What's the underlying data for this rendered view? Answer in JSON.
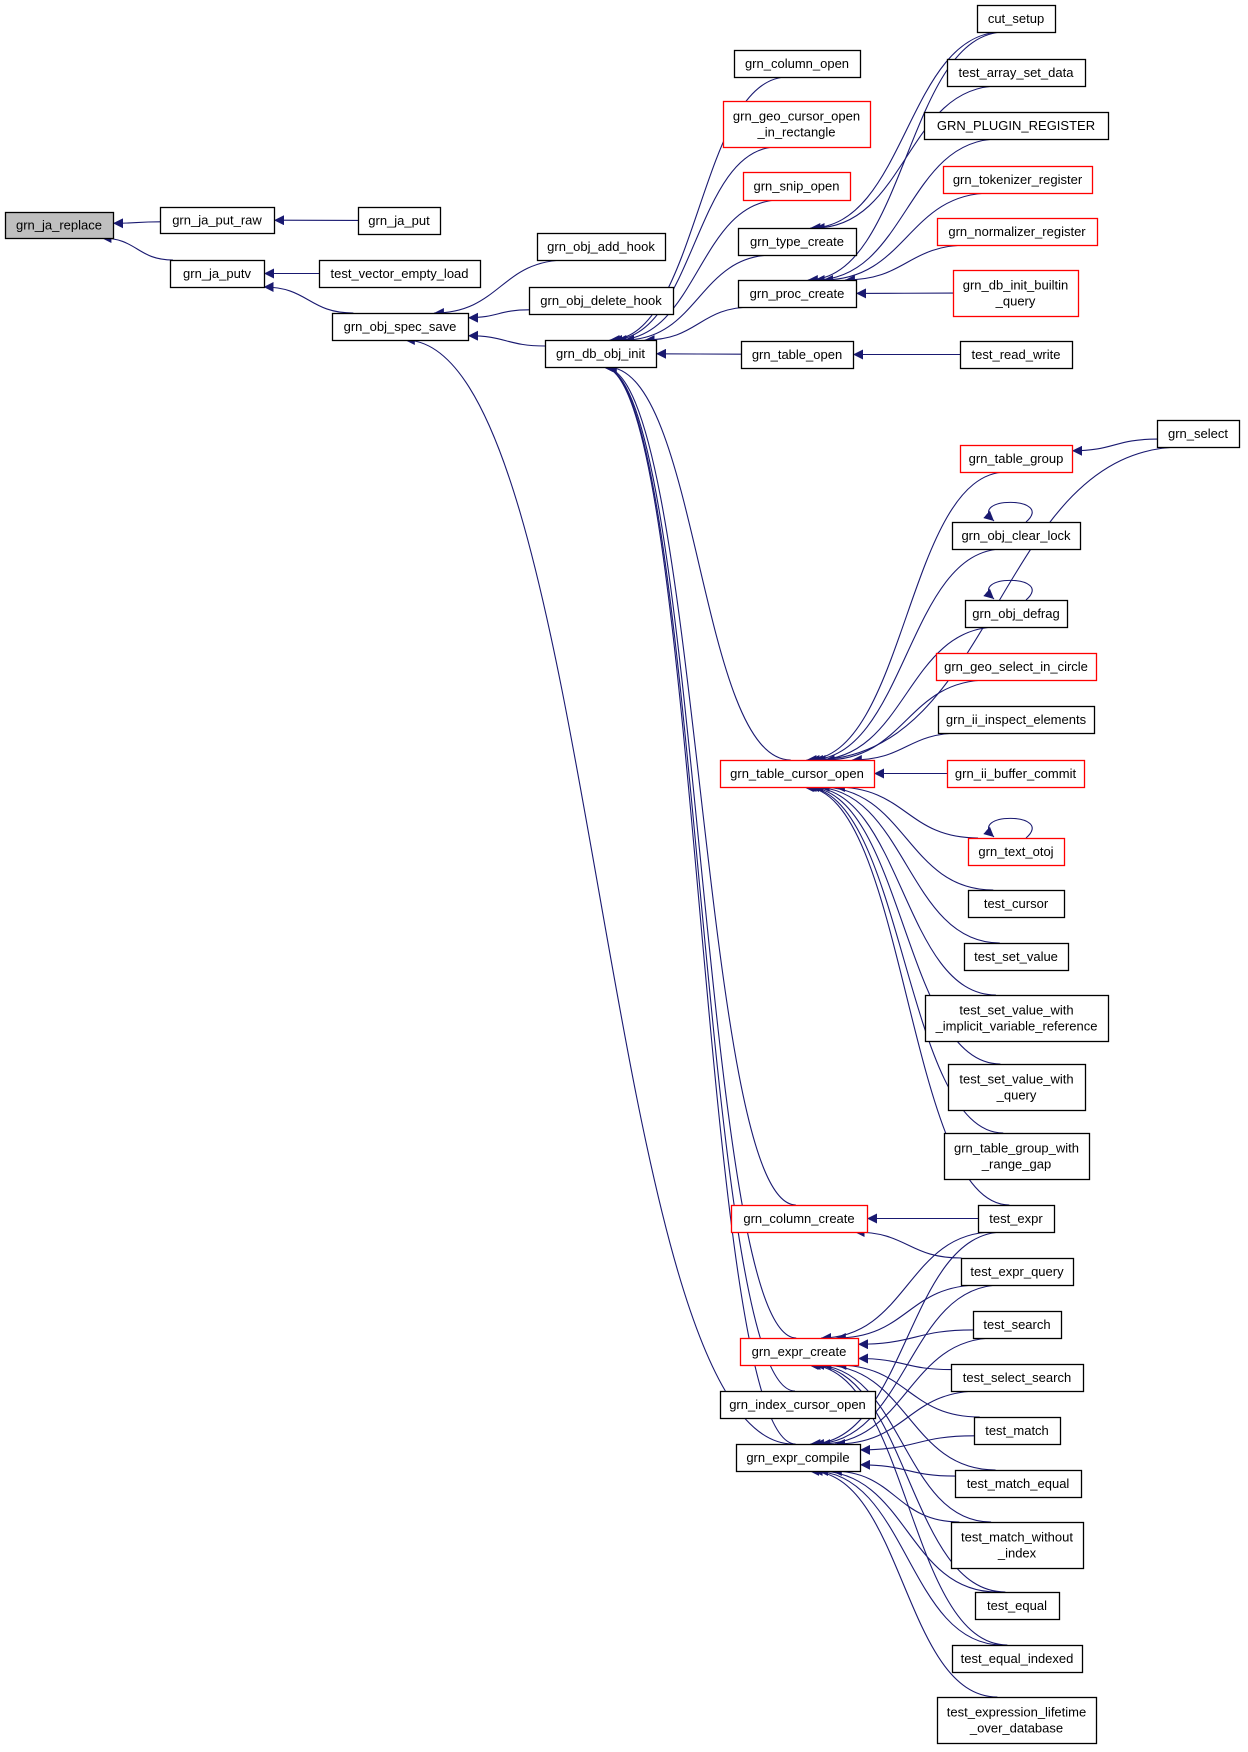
{
  "colors": {
    "node_border_default": "#000000",
    "node_border_partial": "#ff0000",
    "node_fill_default": "#ffffff",
    "node_fill_selected": "#bfbfbf",
    "edge": "#191970"
  },
  "nodes": [
    {
      "id": "grn_ja_replace",
      "lines": [
        "grn_ja_replace"
      ],
      "style": "selected"
    },
    {
      "id": "grn_ja_put_raw",
      "lines": [
        "grn_ja_put_raw"
      ],
      "style": "normal"
    },
    {
      "id": "grn_ja_putv",
      "lines": [
        "grn_ja_putv"
      ],
      "style": "normal"
    },
    {
      "id": "grn_ja_put",
      "lines": [
        "grn_ja_put"
      ],
      "style": "normal"
    },
    {
      "id": "test_vector_empty_load",
      "lines": [
        "test_vector_empty_load"
      ],
      "style": "normal"
    },
    {
      "id": "grn_obj_spec_save",
      "lines": [
        "grn_obj_spec_save"
      ],
      "style": "normal"
    },
    {
      "id": "grn_obj_add_hook",
      "lines": [
        "grn_obj_add_hook"
      ],
      "style": "normal"
    },
    {
      "id": "grn_obj_delete_hook",
      "lines": [
        "grn_obj_delete_hook"
      ],
      "style": "normal"
    },
    {
      "id": "grn_db_obj_init",
      "lines": [
        "grn_db_obj_init"
      ],
      "style": "normal"
    },
    {
      "id": "grn_column_open",
      "lines": [
        "grn_column_open"
      ],
      "style": "normal"
    },
    {
      "id": "grn_geo_cursor_open_in_rectangle",
      "lines": [
        "grn_geo_cursor_open",
        "_in_rectangle"
      ],
      "style": "partial"
    },
    {
      "id": "grn_snip_open",
      "lines": [
        "grn_snip_open"
      ],
      "style": "partial"
    },
    {
      "id": "grn_type_create",
      "lines": [
        "grn_type_create"
      ],
      "style": "normal"
    },
    {
      "id": "grn_proc_create",
      "lines": [
        "grn_proc_create"
      ],
      "style": "normal"
    },
    {
      "id": "grn_table_open",
      "lines": [
        "grn_table_open"
      ],
      "style": "normal"
    },
    {
      "id": "cut_setup",
      "lines": [
        "cut_setup"
      ],
      "style": "normal"
    },
    {
      "id": "test_array_set_data",
      "lines": [
        "test_array_set_data"
      ],
      "style": "normal"
    },
    {
      "id": "GRN_PLUGIN_REGISTER",
      "lines": [
        "GRN_PLUGIN_REGISTER"
      ],
      "style": "normal"
    },
    {
      "id": "grn_tokenizer_register",
      "lines": [
        "grn_tokenizer_register"
      ],
      "style": "partial"
    },
    {
      "id": "grn_normalizer_register",
      "lines": [
        "grn_normalizer_register"
      ],
      "style": "partial"
    },
    {
      "id": "grn_db_init_builtin_query",
      "lines": [
        "grn_db_init_builtin",
        "_query"
      ],
      "style": "partial"
    },
    {
      "id": "test_read_write",
      "lines": [
        "test_read_write"
      ],
      "style": "normal"
    },
    {
      "id": "grn_select",
      "lines": [
        "grn_select"
      ],
      "style": "normal"
    },
    {
      "id": "grn_table_group",
      "lines": [
        "grn_table_group"
      ],
      "style": "partial"
    },
    {
      "id": "grn_obj_clear_lock",
      "lines": [
        "grn_obj_clear_lock"
      ],
      "style": "normal"
    },
    {
      "id": "grn_obj_defrag",
      "lines": [
        "grn_obj_defrag"
      ],
      "style": "normal"
    },
    {
      "id": "grn_geo_select_in_circle",
      "lines": [
        "grn_geo_select_in_circle"
      ],
      "style": "partial"
    },
    {
      "id": "grn_ii_inspect_elements",
      "lines": [
        "grn_ii_inspect_elements"
      ],
      "style": "normal"
    },
    {
      "id": "grn_ii_buffer_commit",
      "lines": [
        "grn_ii_buffer_commit"
      ],
      "style": "partial"
    },
    {
      "id": "grn_table_cursor_open",
      "lines": [
        "grn_table_cursor_open"
      ],
      "style": "partial"
    },
    {
      "id": "grn_text_otoj",
      "lines": [
        "grn_text_otoj"
      ],
      "style": "partial"
    },
    {
      "id": "test_cursor",
      "lines": [
        "test_cursor"
      ],
      "style": "normal"
    },
    {
      "id": "test_set_value",
      "lines": [
        "test_set_value"
      ],
      "style": "normal"
    },
    {
      "id": "test_set_value_with_implicit_variable_reference",
      "lines": [
        "test_set_value_with",
        "_implicit_variable_reference"
      ],
      "style": "normal"
    },
    {
      "id": "test_set_value_with_query",
      "lines": [
        "test_set_value_with",
        "_query"
      ],
      "style": "normal"
    },
    {
      "id": "grn_table_group_with_range_gap",
      "lines": [
        "grn_table_group_with",
        "_range_gap"
      ],
      "style": "normal"
    },
    {
      "id": "grn_column_create",
      "lines": [
        "grn_column_create"
      ],
      "style": "partial"
    },
    {
      "id": "test_expr",
      "lines": [
        "test_expr"
      ],
      "style": "normal"
    },
    {
      "id": "test_expr_query",
      "lines": [
        "test_expr_query"
      ],
      "style": "normal"
    },
    {
      "id": "test_search",
      "lines": [
        "test_search"
      ],
      "style": "normal"
    },
    {
      "id": "grn_expr_create",
      "lines": [
        "grn_expr_create"
      ],
      "style": "partial"
    },
    {
      "id": "test_select_search",
      "lines": [
        "test_select_search"
      ],
      "style": "normal"
    },
    {
      "id": "grn_index_cursor_open",
      "lines": [
        "grn_index_cursor_open"
      ],
      "style": "normal"
    },
    {
      "id": "test_match",
      "lines": [
        "test_match"
      ],
      "style": "normal"
    },
    {
      "id": "grn_expr_compile",
      "lines": [
        "grn_expr_compile"
      ],
      "style": "normal"
    },
    {
      "id": "test_match_equal",
      "lines": [
        "test_match_equal"
      ],
      "style": "normal"
    },
    {
      "id": "test_match_without_index",
      "lines": [
        "test_match_without",
        "_index"
      ],
      "style": "normal"
    },
    {
      "id": "test_equal",
      "lines": [
        "test_equal"
      ],
      "style": "normal"
    },
    {
      "id": "test_equal_indexed",
      "lines": [
        "test_equal_indexed"
      ],
      "style": "normal"
    },
    {
      "id": "test_expression_lifetime_over_database",
      "lines": [
        "test_expression_lifetime",
        "_over_database"
      ],
      "style": "normal"
    }
  ],
  "edges": [
    [
      "grn_ja_put_raw",
      "grn_ja_replace"
    ],
    [
      "grn_ja_putv",
      "grn_ja_replace"
    ],
    [
      "grn_ja_put",
      "grn_ja_put_raw"
    ],
    [
      "test_vector_empty_load",
      "grn_ja_putv"
    ],
    [
      "grn_obj_spec_save",
      "grn_ja_putv"
    ],
    [
      "grn_obj_add_hook",
      "grn_obj_spec_save"
    ],
    [
      "grn_obj_delete_hook",
      "grn_obj_spec_save"
    ],
    [
      "grn_db_obj_init",
      "grn_obj_spec_save"
    ],
    [
      "grn_expr_compile",
      "grn_obj_spec_save"
    ],
    [
      "grn_column_open",
      "grn_db_obj_init"
    ],
    [
      "grn_geo_cursor_open_in_rectangle",
      "grn_db_obj_init"
    ],
    [
      "grn_snip_open",
      "grn_db_obj_init"
    ],
    [
      "grn_type_create",
      "grn_db_obj_init"
    ],
    [
      "grn_proc_create",
      "grn_db_obj_init"
    ],
    [
      "grn_table_open",
      "grn_db_obj_init"
    ],
    [
      "grn_table_cursor_open",
      "grn_db_obj_init"
    ],
    [
      "grn_column_create",
      "grn_db_obj_init"
    ],
    [
      "grn_expr_create",
      "grn_db_obj_init"
    ],
    [
      "grn_index_cursor_open",
      "grn_db_obj_init"
    ],
    [
      "grn_expr_compile",
      "grn_db_obj_init"
    ],
    [
      "cut_setup",
      "grn_type_create"
    ],
    [
      "test_array_set_data",
      "grn_type_create"
    ],
    [
      "GRN_PLUGIN_REGISTER",
      "grn_proc_create"
    ],
    [
      "grn_tokenizer_register",
      "grn_proc_create"
    ],
    [
      "grn_normalizer_register",
      "grn_proc_create"
    ],
    [
      "grn_db_init_builtin_query",
      "grn_proc_create"
    ],
    [
      "cut_setup",
      "grn_proc_create"
    ],
    [
      "test_read_write",
      "grn_table_open"
    ],
    [
      "grn_select",
      "grn_table_group"
    ],
    [
      "grn_select",
      "grn_table_cursor_open"
    ],
    [
      "grn_table_group",
      "grn_table_cursor_open"
    ],
    [
      "grn_obj_clear_lock",
      "grn_table_cursor_open"
    ],
    [
      "grn_obj_clear_lock",
      "grn_obj_clear_lock"
    ],
    [
      "grn_obj_defrag",
      "grn_table_cursor_open"
    ],
    [
      "grn_obj_defrag",
      "grn_obj_defrag"
    ],
    [
      "grn_geo_select_in_circle",
      "grn_table_cursor_open"
    ],
    [
      "grn_ii_inspect_elements",
      "grn_table_cursor_open"
    ],
    [
      "grn_ii_buffer_commit",
      "grn_table_cursor_open"
    ],
    [
      "grn_text_otoj",
      "grn_table_cursor_open"
    ],
    [
      "grn_text_otoj",
      "grn_text_otoj"
    ],
    [
      "test_cursor",
      "grn_table_cursor_open"
    ],
    [
      "test_set_value",
      "grn_table_cursor_open"
    ],
    [
      "test_set_value_with_implicit_variable_reference",
      "grn_table_cursor_open"
    ],
    [
      "test_set_value_with_query",
      "grn_table_cursor_open"
    ],
    [
      "grn_table_group_with_range_gap",
      "grn_table_cursor_open"
    ],
    [
      "test_expr",
      "grn_table_cursor_open"
    ],
    [
      "test_expr",
      "grn_column_create"
    ],
    [
      "test_expr_query",
      "grn_column_create"
    ],
    [
      "test_expr",
      "grn_expr_create"
    ],
    [
      "test_expr_query",
      "grn_expr_create"
    ],
    [
      "test_search",
      "grn_expr_create"
    ],
    [
      "test_select_search",
      "grn_expr_create"
    ],
    [
      "test_match",
      "grn_expr_create"
    ],
    [
      "test_match_equal",
      "grn_expr_create"
    ],
    [
      "test_match_without_index",
      "grn_expr_create"
    ],
    [
      "test_equal",
      "grn_expr_create"
    ],
    [
      "test_equal_indexed",
      "grn_expr_create"
    ],
    [
      "test_expr",
      "grn_expr_compile"
    ],
    [
      "test_expr_query",
      "grn_expr_compile"
    ],
    [
      "test_search",
      "grn_expr_compile"
    ],
    [
      "test_select_search",
      "grn_expr_compile"
    ],
    [
      "test_match",
      "grn_expr_compile"
    ],
    [
      "test_match_equal",
      "grn_expr_compile"
    ],
    [
      "test_match_without_index",
      "grn_expr_compile"
    ],
    [
      "test_equal",
      "grn_expr_compile"
    ],
    [
      "test_equal_indexed",
      "grn_expr_compile"
    ],
    [
      "test_expression_lifetime_over_database",
      "grn_expr_compile"
    ]
  ]
}
